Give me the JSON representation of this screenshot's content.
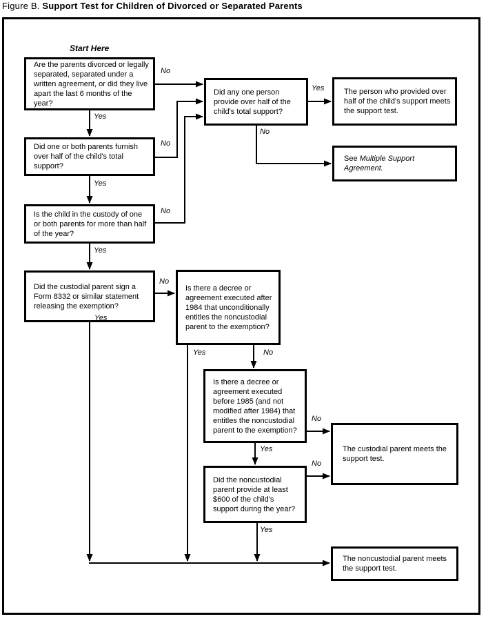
{
  "title": {
    "figure": "Figure B.",
    "subject": "Support Test for Children of Divorced or Separated Parents"
  },
  "start_here": "Start Here",
  "edge_labels": {
    "yes": "Yes",
    "no": "No"
  },
  "boxes": {
    "parents_divorced": "Are the parents divorced or legally separated, separated under a written agreement, or did they live apart the last 6 months of the year?",
    "parents_half_support": "Did one or both parents furnish over half of the child's total support?",
    "custody": "Is the child in the custody of one or both parents for more than half of the year?",
    "form_8332": "Did the custodial parent sign a Form 8332 or similar statement releasing the exemption?",
    "any_one_person": "Did any one person provide over half of the child's total support?",
    "person_meets_test": "The person who provided over half of the child's support meets the support test.",
    "see_multiple_support": {
      "prefix": "See",
      "italic": "Multiple Support Agreement."
    },
    "decree_after_1984": "Is there a decree or agreement executed after 1984 that unconditionally entitles the noncustodial parent to the exemption?",
    "decree_before_1985": "Is there a decree or agreement executed before 1985 (and not modified after 1984) that entitles the noncustodial parent to the exemption?",
    "noncustodial_600": "Did the noncustodial parent provide at least $600 of the child's support during the year?",
    "custodial_meets_test": "The custodial parent meets the support test.",
    "noncustodial_meets_test": "The noncustodial parent meets the support test."
  }
}
